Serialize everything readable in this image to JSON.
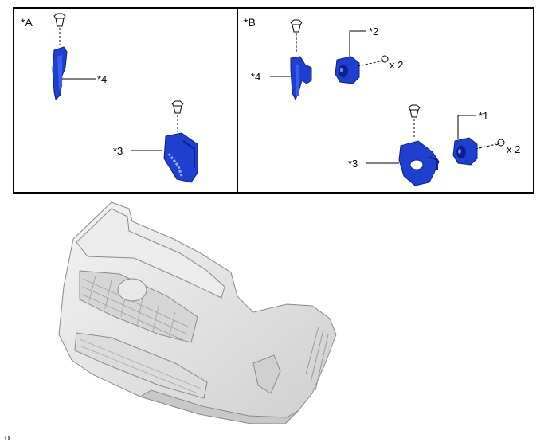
{
  "panels": {
    "a": {
      "tag": "*A",
      "callouts": {
        "bracket": "*4",
        "cover": "*3"
      }
    },
    "b": {
      "tag": "*B",
      "callouts": {
        "bracket": "*4",
        "lamp_small": "*2",
        "cover": "*3",
        "lamp_main": "*1"
      },
      "quantities": {
        "lamp_small_screws": "x 2",
        "lamp_main_screws": "x 2"
      }
    }
  },
  "figure_code": "o",
  "colors": {
    "part_blue": "#1f3fd0",
    "part_dark": "#0c1f8a",
    "bumper": "#e6e6e6",
    "bumper_edge": "#8a8a8a"
  }
}
